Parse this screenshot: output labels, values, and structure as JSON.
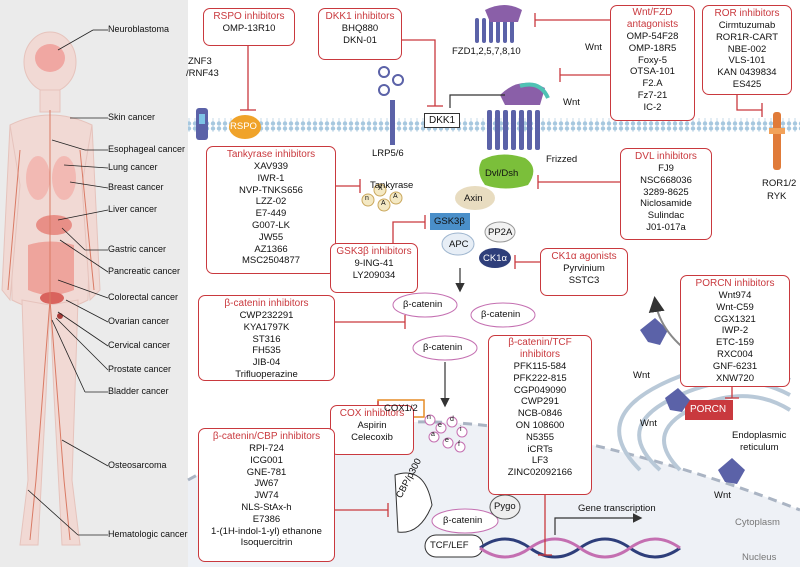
{
  "cancers": [
    "Neuroblastoma",
    "Skin cancer",
    "Esophageal cancer",
    "Lung cancer",
    "Breast cancer",
    "Liver cancer",
    "Gastric cancer",
    "Pancreatic cancer",
    "Colorectal cancer",
    "Ovarian cancer",
    "Cervical cancer",
    "Prostate cancer",
    "Bladder cancer",
    "Osteosarcoma",
    "Hematologic cancer"
  ],
  "boxes": {
    "rspo": {
      "title": "RSPO inhibitors",
      "items": [
        "OMP-13R10"
      ]
    },
    "dkk1": {
      "title": "DKK1 inhibitors",
      "items": [
        "BHQ880",
        "DKN-01"
      ]
    },
    "wntfzd": {
      "title": "Wnt/FZD antagonists",
      "items": [
        "OMP-54F28",
        "OMP-18R5",
        "Foxy-5",
        "OTSA-101",
        "F2.A",
        "Fz7-21",
        "IC-2"
      ]
    },
    "ror": {
      "title": "ROR inhibitors",
      "items": [
        "Cirmtuzumab",
        "ROR1R-CART",
        "NBE-002",
        "VLS-101",
        "KAN 0439834",
        "ES425"
      ]
    },
    "tankyrase": {
      "title": "Tankyrase inhibitors",
      "items": [
        "XAV939",
        "IWR-1",
        "NVP-TNKS656",
        "LZZ-02",
        "E7-449",
        "G007-LK",
        "JW55",
        "AZ1366",
        "MSC2504877"
      ]
    },
    "dvl": {
      "title": "DVL inhibitors",
      "items": [
        "FJ9",
        "NSC668036",
        "3289-8625",
        "Niclosamide",
        "Sulindac",
        "J01-017a"
      ]
    },
    "gsk3b": {
      "title": "GSK3β inhibitors",
      "items": [
        "9-ING-41",
        "LY209034"
      ]
    },
    "ck1a": {
      "title": "CK1α agonists",
      "items": [
        "Pyrvinium",
        "SSTC3"
      ]
    },
    "porcn": {
      "title": "PORCN inhibitors",
      "items": [
        "Wnt974",
        "Wnt-C59",
        "CGX1321",
        "IWP-2",
        "ETC-159",
        "RXC004",
        "GNF-6231",
        "XNW720"
      ]
    },
    "bcatenin": {
      "title": "β-catenin  inhibitors",
      "items": [
        "CWP232291",
        "KYA1797K",
        "ST316",
        "FH535",
        "JIB-04",
        "Trifluoperazine"
      ]
    },
    "cox": {
      "title": "COX inhibitors",
      "items": [
        "Aspirin",
        "Celecoxib"
      ]
    },
    "tcf": {
      "title": "β-catenin/TCF inhibitors",
      "items": [
        "PFK115-584",
        "PFK222-815",
        "CGP049090",
        "CWP291",
        "NCB-0846",
        "ON 108600",
        "N5355",
        "iCRTs",
        "LF3",
        "ZINC02092166"
      ]
    },
    "cbp": {
      "title": "β-catenin/CBP inhibitors",
      "items": [
        "RPI-724",
        "ICG001",
        "GNE-781",
        "JW67",
        "JW74",
        "NLS-StAx-h",
        "E7386",
        "1-(1H-indol-1-yl) ethanone",
        "Isoquercitrin"
      ]
    }
  },
  "labels": {
    "znf3": "ZNF3",
    "rnf43": "/RNF43",
    "rspo": "RSPO",
    "dkk1": "DKK1",
    "lrp": "LRP5/6",
    "fzd_list": "FZD1,2,5,7,8,10",
    "wnt": "Wnt",
    "frizzed": "Frizzed",
    "dvl": "Dvl/Dsh",
    "axin": "Axin",
    "gsk3b": "GSK3β",
    "pp2a": "PP2A",
    "apc": "APC",
    "ck1a": "CK1α",
    "tankyrase": "Tankyrase",
    "bcatenin": "β-catenin",
    "cox12": "COX1/2",
    "porcn": "PORCN",
    "er1": "Endoplasmic",
    "er2": "reticulum",
    "ror12": "ROR1/2",
    "ryk": "RYK",
    "cbp": "CBP/p300",
    "pygo": "Pygo",
    "tcflef": "TCF/LEF",
    "gene_tx": "Gene transcription",
    "cytoplasm": "Cytoplasm",
    "nucleus": "Nucleus",
    "tk_n": "n",
    "tk_x": "X",
    "tk_a": "A",
    "tk_a2": "A",
    "deg": [
      "n",
      "e",
      "d",
      "i",
      "a",
      "e",
      "f"
    ]
  },
  "colors": {
    "accent": "#c9393e",
    "membrane": "#9fc3dc",
    "fzd": "#5b62a8",
    "dvl": "#7bbf3a",
    "axin": "#e8dcc0",
    "gsk": "#4a8fc9",
    "ck1": "#2e3e7a",
    "bcat_border": "#c46fb1",
    "nucleus": "#eef1f6"
  }
}
